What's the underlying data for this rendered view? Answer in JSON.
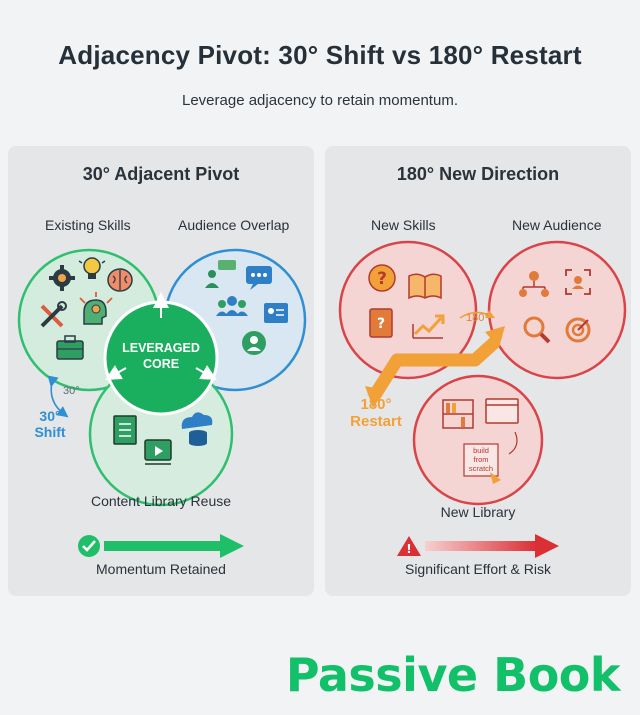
{
  "title": "Adjacency Pivot: 30° Shift vs 180° Restart",
  "subtitle": "Leverage adjacency to retain momentum.",
  "left_panel": {
    "title": "30° Adjacent Pivot",
    "existing_skills": "Existing Skills",
    "audience_overlap": "Audience Overlap",
    "core_line1": "LEVERAGED",
    "core_line2": "CORE",
    "shift_small": "30°",
    "shift_line1": "30°",
    "shift_line2": "Shift",
    "content_reuse": "Content Library Reuse",
    "momentum": "Momentum Retained"
  },
  "right_panel": {
    "title": "180° New Direction",
    "new_skills": "New Skills",
    "new_audience": "New Audience",
    "angle_small": "180°",
    "restart_line1": "180°",
    "restart_line2": "Restart",
    "scratch_line1": "build",
    "scratch_line2": "from",
    "scratch_line3": "scratch",
    "new_library": "New Library",
    "effort": "Significant Effort & Risk"
  },
  "colors": {
    "green": "#1fbf6a",
    "blue": "#2f8fd3",
    "red": "#d94448",
    "orange": "#f2a138",
    "brand": "#12c06a"
  },
  "brand": "Passive Book"
}
